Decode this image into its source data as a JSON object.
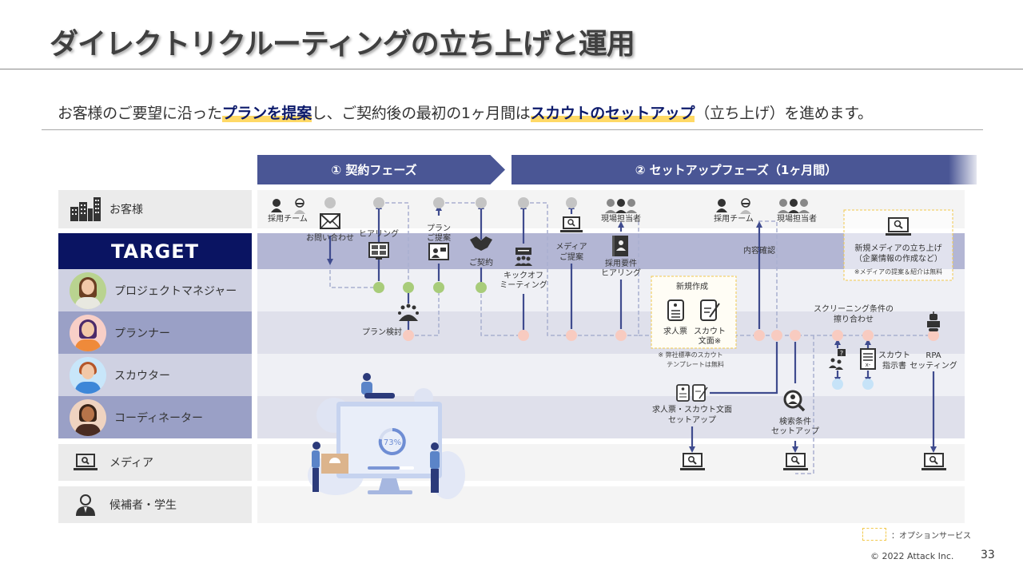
{
  "title": "ダイレクトリクルーティングの立ち上げと運用",
  "lead": {
    "part1": "お客様のご要望に沿った",
    "hl1": "プランを提案",
    "part2": "し、ご契約後の最初の1ヶ月間は",
    "hl2": "スカウトのセットアップ",
    "part3": "（立ち上げ）を進めます。"
  },
  "phases": [
    {
      "label": "① 契約フェーズ"
    },
    {
      "label": "② セットアップフェーズ（1ヶ月間）"
    }
  ],
  "lanes": [
    {
      "label": "お客様",
      "icon": "building-icon"
    },
    {
      "label": "TARGET",
      "icon": "target-logo"
    },
    {
      "label": "プロジェクトマネジャー",
      "icon": "avatar-pm"
    },
    {
      "label": "プランナー",
      "icon": "avatar-planner"
    },
    {
      "label": "スカウター",
      "icon": "avatar-scouter"
    },
    {
      "label": "コーディネーター",
      "icon": "avatar-coordinator"
    },
    {
      "label": "メディア",
      "icon": "laptop-search-icon"
    },
    {
      "label": "候補者・学生",
      "icon": "person-icon"
    }
  ],
  "diagram": {
    "actors": {
      "hiring_team": "採用チーム",
      "field_staff": "現場担当者"
    },
    "steps": {
      "inquiry": "お問い合わせ",
      "hearing": "ヒアリング",
      "plan_proposal_1": "プラン",
      "plan_proposal_2": "ご提案",
      "contract": "ご契約",
      "plan_review": "プラン検討",
      "kickoff_1": "キックオフ",
      "kickoff_2": "ミーティング",
      "media_proposal_1": "メディア",
      "media_proposal_2": "ご提案",
      "req_hearing_1": "採用要件",
      "req_hearing_2": "ヒアリング",
      "content_check": "内容確認",
      "screening_1": "スクリーニング条件の",
      "screening_2": "擦り合わせ",
      "scout_instructions_1": "スカウト",
      "scout_instructions_2": "指示書",
      "rpa_1": "RPA",
      "rpa_2": "セッティング",
      "setup_docs_1": "求人票・スカウト文面",
      "setup_docs_2": "セットアップ",
      "search_setup_1": "検索条件",
      "search_setup_2": "セットアップ"
    },
    "new_creation_box": {
      "title": "新規作成",
      "item1": "求人票",
      "item2_1": "スカウト",
      "item2_2": "文面※",
      "note1": "※ 弊社標準のスカウト",
      "note2": "テンプレートは無料"
    },
    "new_media_box": {
      "line1": "新規メディアの立ち上げ",
      "line2": "（企業情報の作成など）",
      "note": "※メディアの提案＆紹介は無料"
    },
    "illustration_progress": "73%"
  },
  "legend": {
    "label": "：オプションサービス"
  },
  "footer": {
    "copyright": "© 2022 Attack Inc.",
    "page": "33"
  },
  "colors": {
    "navy": "#0a1462",
    "phase": "#4a5695",
    "arrow": "#3f4b8e",
    "node_gray": "#c4c4c4",
    "node_green": "#a8cc7a",
    "node_pink": "#f8cbc0",
    "node_blue": "#c6e3f8",
    "highlight": "#ffd966",
    "option_border": "#f2c94c"
  }
}
